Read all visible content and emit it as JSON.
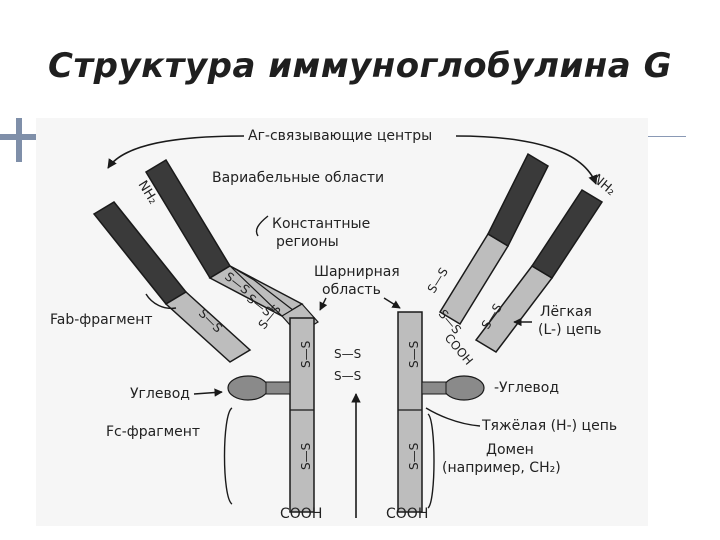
{
  "title": "Структура иммуноглобулина G",
  "labels": {
    "antigen_sites": "Аг-связывающие центры",
    "variable_regions": "Вариабельные области",
    "constant_regions_1": "Константные",
    "constant_regions_2": "регионы",
    "hinge_1": "Шарнирная",
    "hinge_2": "область",
    "fab": "Fab-фрагмент",
    "light_chain_1": "Лёгкая",
    "light_chain_2": "(L-) цепь",
    "carb_left": "Углевод",
    "carb_right": "-Углевод",
    "heavy_chain": "Тяжёлая (Н-) цепь",
    "fc": "Fc-фрагмент",
    "domain_1": "Домен",
    "domain_2": "(например, CH₂)",
    "cooh_left": "СООН",
    "cooh_right": "СООН",
    "nh2_left": "NH₂",
    "nh2_right": "NH₂",
    "disulfide": "S—S",
    "cooh_light": "СООН"
  },
  "colors": {
    "dark": "#3a3a3a",
    "light": "#bdbdbd",
    "stroke": "#1a1a1a",
    "deco": "#7f8fa9"
  }
}
